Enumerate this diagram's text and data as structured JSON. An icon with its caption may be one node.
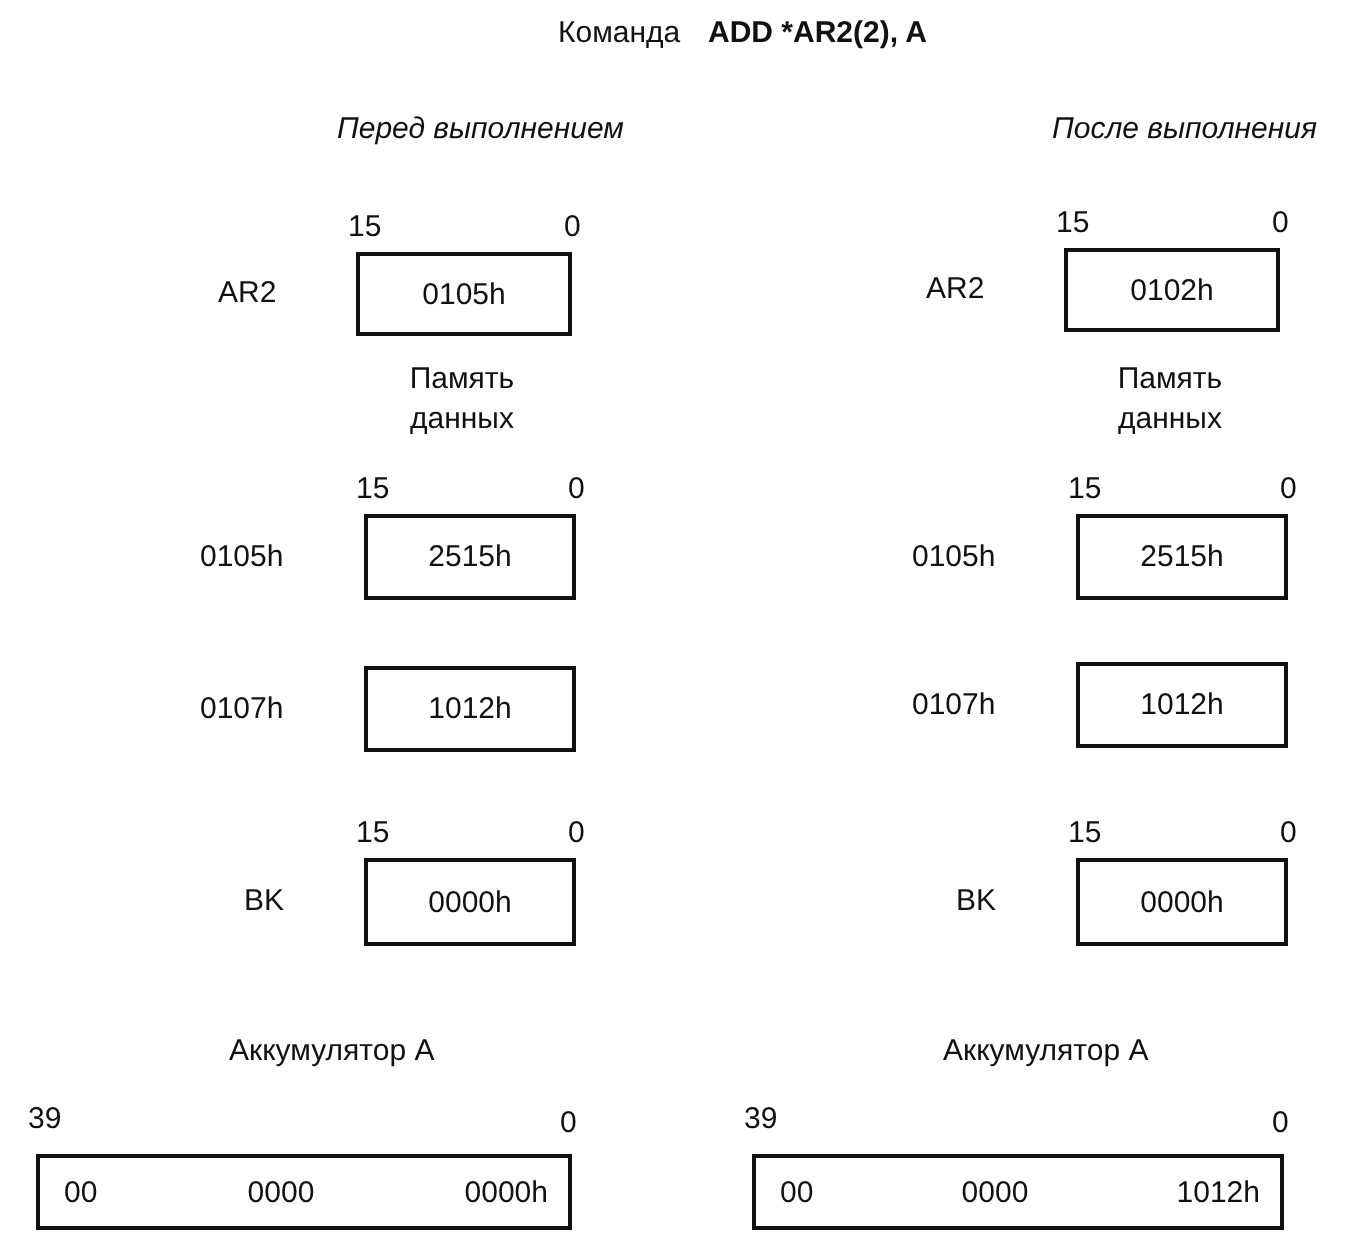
{
  "diagram": {
    "title": "Команда",
    "nodes": [
      {
        "text": [
          "0105h"
        ],
        "beside": [
          "AR2",
          "15",
          "0"
        ]
      },
      {
        "text": [
          "0102h"
        ],
        "beside": [
          "AR2",
          "15",
          "0"
        ]
      },
      {
        "text": [
          "2515h"
        ],
        "beside": [
          "0105h",
          "15",
          "0"
        ]
      },
      {
        "text": [
          "2515h"
        ],
        "beside": [
          "0105h",
          "15",
          "0"
        ]
      },
      {
        "text": [
          "1012h"
        ],
        "beside": [
          "0107h"
        ]
      },
      {
        "text": [
          "1012h"
        ],
        "beside": [
          "0107h"
        ]
      },
      {
        "text": [
          "0000h"
        ],
        "beside": [
          "BK",
          "15",
          "0"
        ]
      },
      {
        "text": [
          "0000h"
        ],
        "beside": [
          "BK",
          "15",
          "0"
        ]
      },
      {
        "text": [
          "00",
          "0000",
          "0000h"
        ],
        "beside": [
          "Аккумулятор A",
          "39",
          "0"
        ]
      },
      {
        "text": [
          "00",
          "0000",
          "1012h"
        ],
        "beside": [
          "Аккумулятор A",
          "39",
          "0"
        ]
      }
    ],
    "labels": [
      "ADD *AR2(2), A",
      "Перед выполнением",
      "После выполнения",
      "Память данных",
      "Память данных"
    ]
  }
}
